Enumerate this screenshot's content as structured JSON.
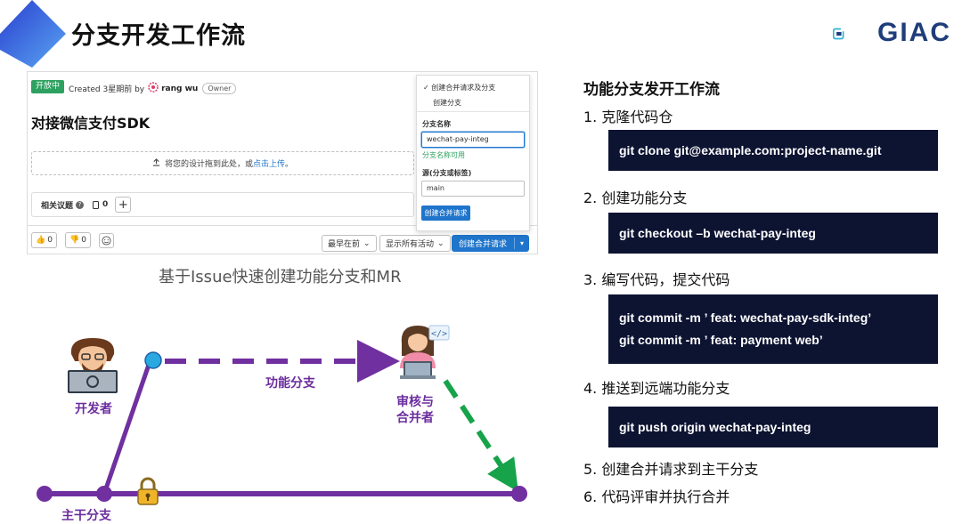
{
  "slide": {
    "title": "分支开发工作流",
    "logo_text": "GIAC",
    "caption": "基于Issue快速创建功能分支和MR"
  },
  "issue": {
    "status": "开放中",
    "created": "Created 3星期前 by",
    "author": "rang wu",
    "role": "Owner",
    "title": "对接微信支付SDK",
    "drop_text": "将您的设计拖到此处，或",
    "upload_link": "点击上传",
    "drop_end": "。",
    "related_label": "相关议题",
    "related_count": "0",
    "thumbs_up": "0",
    "thumbs_down": "0",
    "sort": "最早在前",
    "filter": "显示所有活动",
    "mr_button": "创建合并请求"
  },
  "dropdown": {
    "option1": "创建合并请求及分支",
    "option2": "创建分支",
    "branch_label": "分支名称",
    "branch_value": "wechat-pay-integ",
    "branch_ok": "分支名称可用",
    "source_label": "源(分支或标签)",
    "source_value": "main",
    "submit": "创建合并请求"
  },
  "diagram": {
    "developer": "开发者",
    "feature_branch": "功能分支",
    "reviewer_line1": "审核与",
    "reviewer_line2": "合并者",
    "main_branch": "主干分支",
    "colors": {
      "branch": "#7030a0",
      "merge": "#16a34a",
      "node": "#29a9e0"
    }
  },
  "panel": {
    "title": "功能分支发开工作流",
    "steps": [
      "1.  克隆代码仓",
      "2.  创建功能分支",
      "3.  编写代码，提交代码",
      "4.  推送到远端功能分支",
      "5.  创建合并请求到主干分支",
      "6.  代码评审并执行合并"
    ],
    "code": {
      "clone": "git clone git@example.com:project-name.git",
      "checkout": "git checkout –b wechat-pay-integ",
      "commit1": "git commit -m ’ feat: wechat-pay-sdk-integ’",
      "commit2": "git commit -m ’ feat: payment web’",
      "push": "git push origin wechat-pay-integ"
    }
  }
}
